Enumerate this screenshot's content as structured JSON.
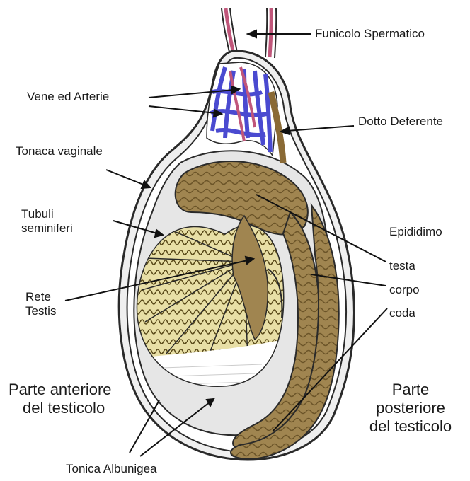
{
  "labels": {
    "funicolo": "Funicolo Spermatico",
    "vene": "Vene ed Arterie",
    "dotto": "Dotto Deferente",
    "tonaca_vaginale": "Tonaca vaginale",
    "tubuli_1": "Tubuli",
    "tubuli_2": "seminiferi",
    "epididimo": "Epididimo",
    "testa": "testa",
    "corpo": "corpo",
    "coda": "coda",
    "rete_1": "Rete",
    "rete_2": "Testis",
    "anteriore_1": "Parte anteriore",
    "anteriore_2": "del testicolo",
    "posteriore_1": "Parte",
    "posteriore_2": "posteriore",
    "posteriore_3": "del testicolo",
    "albunigea": "Tonica Albunigea"
  },
  "colors": {
    "outline": "#2a2a2a",
    "tubules_fill": "#e8dfa6",
    "tubules_line": "#5a4a1a",
    "epididymis": "#a08550",
    "epididymis_dark": "#6b5428",
    "vein": "#4a4ad0",
    "artery": "#c0567a",
    "tunica": "#e6e6e6",
    "albuginea_region": "#ffffff"
  }
}
